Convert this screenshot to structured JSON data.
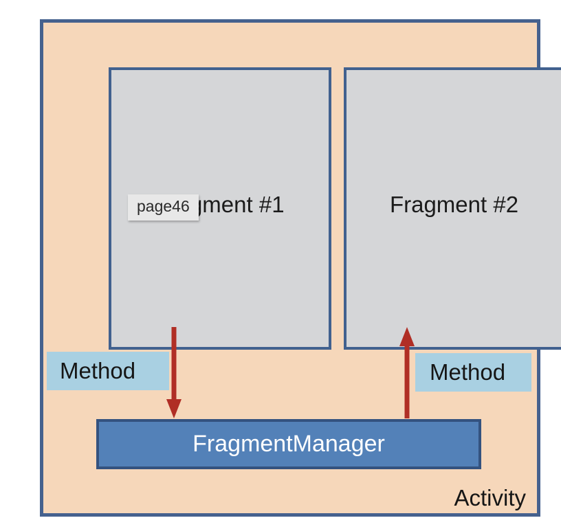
{
  "diagram": {
    "container": {
      "name": "Activity",
      "label": "Activity",
      "fill_color": "#F6D7BA",
      "border_color": "#45618E"
    },
    "fragments": [
      {
        "label": "Fragment #1",
        "fill_color": "#D5D6D8",
        "border_color": "#41618F"
      },
      {
        "label": "Fragment #2",
        "fill_color": "#D5D6D8",
        "border_color": "#41618F"
      }
    ],
    "method_labels": [
      {
        "label": "Method",
        "fill_color": "#A9D0E2",
        "direction": "down"
      },
      {
        "label": "Method",
        "fill_color": "#A9D0E2",
        "direction": "up"
      }
    ],
    "arrows": [
      {
        "name": "fragment1-to-manager",
        "direction": "down",
        "color": "#B02E25"
      },
      {
        "name": "manager-to-fragment2",
        "direction": "up",
        "color": "#B02E25"
      }
    ],
    "manager": {
      "label": "FragmentManager",
      "fill_color": "#5381B8",
      "border_color": "#34527F",
      "text_color": "#FFFFFF"
    }
  },
  "overlay": {
    "tooltip": {
      "text": "page46",
      "background": "#E8E8E8",
      "text_color": "#2a2a2a"
    }
  }
}
